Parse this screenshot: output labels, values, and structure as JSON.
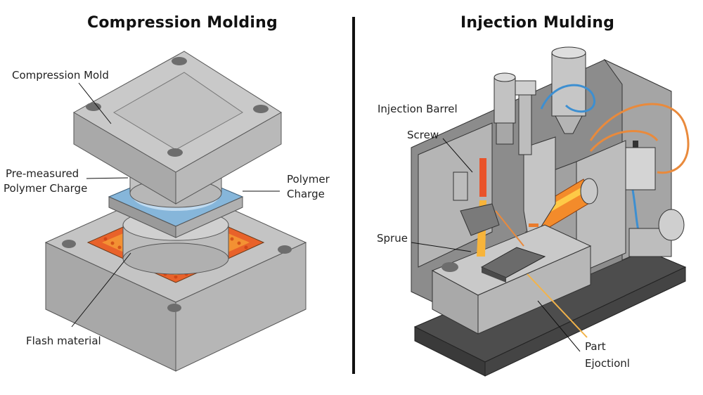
{
  "panels": [
    {
      "title": "Compression Molding",
      "labels": {
        "mold": "Compression Mold",
        "charge_left_line1": "Pre-measured",
        "charge_left_line2": "Polymer Charge",
        "charge_right_line1": "Polymer",
        "charge_right_line2": "Charge",
        "flash": "Flash material"
      }
    },
    {
      "title": "Injection Mulding",
      "labels": {
        "barrel": "Injection Barrel",
        "screw": "Screw",
        "sprue": "Sprue",
        "ejection_line1": "Part",
        "ejection_line2": "Ejoctionl"
      }
    }
  ],
  "colors": {
    "steel_light": "#c8c8c8",
    "steel_mid": "#a9a9a9",
    "steel_dark": "#7d7d7d",
    "base_dark": "#4a4a4a",
    "polymer_blue": "#7fb3d8",
    "hot_orange": "#f07a2a",
    "hot_yellow": "#fbb531",
    "hose_blue": "#3d8fd1",
    "hose_orange": "#e98a3c"
  }
}
